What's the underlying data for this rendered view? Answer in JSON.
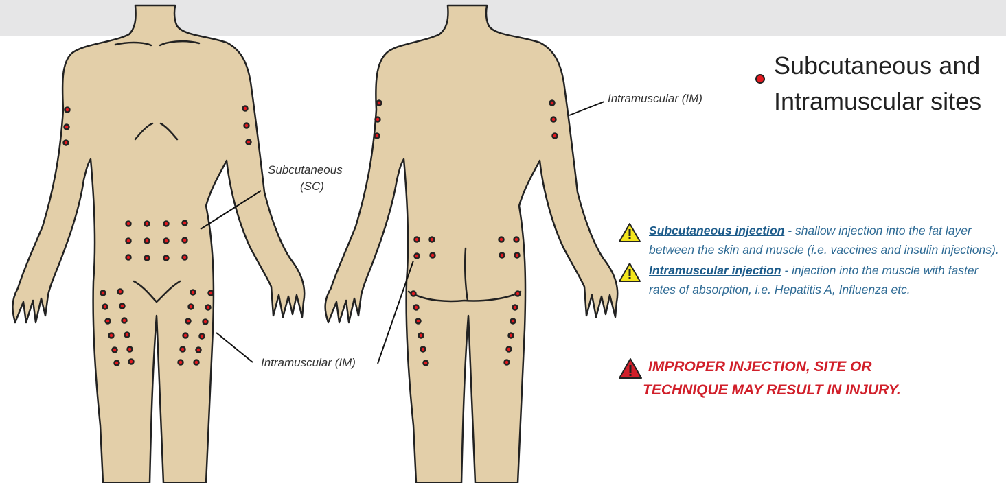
{
  "legend": {
    "text": "Subcutaneous and Intramuscular sites",
    "dot_color": "#e3191f"
  },
  "labels": {
    "im_arm": "Intramuscular (IM)",
    "sc_abdomen_line1": "Subcutaneous",
    "sc_abdomen_line2": "(SC)",
    "im_thigh": "Intramuscular (IM)"
  },
  "notes": [
    {
      "icon": "warning-triangle-yellow-icon",
      "term": "Subcutaneous injection",
      "text": " - shallow injection into the fat layer between the skin and muscle (i.e. vaccines and insulin injections)."
    },
    {
      "icon": "warning-triangle-yellow-icon",
      "term": "Intramuscular injection",
      "text": " - injection into the muscle with faster rates of absorption, i.e. Hepatitis A, Influenza etc."
    }
  ],
  "warning": {
    "icon": "warning-triangle-red-icon",
    "line1": "IMPROPER INJECTION, SITE OR",
    "line2": "TECHNIQUE MAY RESULT IN INJURY."
  },
  "colors": {
    "skin": "#e3cfa9",
    "outline": "#222222",
    "site_dot": "#e3191f",
    "band": "#e6e6e7"
  }
}
